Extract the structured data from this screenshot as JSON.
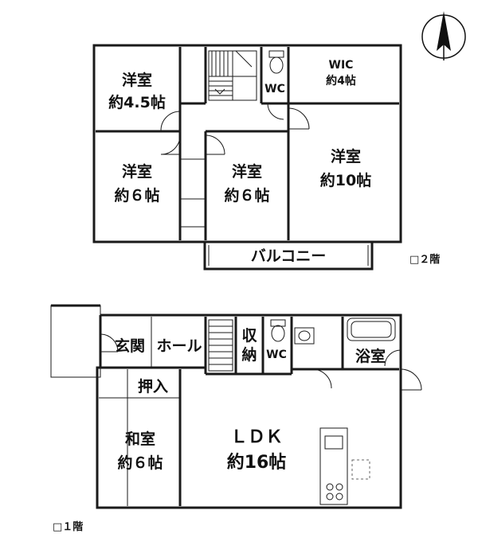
{
  "floors": {
    "second": {
      "label": "□２階",
      "rooms": {
        "west_small": {
          "name": "洋室",
          "size": "約4.5帖"
        },
        "west_mid": {
          "name": "洋室",
          "size": "約６帖"
        },
        "center": {
          "name": "洋室",
          "size": "約６帖"
        },
        "east": {
          "name": "洋室",
          "size": "約10帖"
        },
        "wic": {
          "name": "WIC",
          "size": "約4帖"
        },
        "wc": {
          "name": "WC"
        },
        "balcony": {
          "name": "バルコニー"
        }
      }
    },
    "first": {
      "label": "□１階",
      "rooms": {
        "entrance": {
          "name": "玄関"
        },
        "hall": {
          "name": "ホール"
        },
        "storage": {
          "name": "収納"
        },
        "wc": {
          "name": "WC"
        },
        "bath": {
          "name": "浴室"
        },
        "closet": {
          "name": "押入"
        },
        "washitsu": {
          "name": "和室",
          "size": "約６帖"
        },
        "ldk": {
          "name": "ＬＤＫ",
          "size": "約16帖"
        }
      }
    }
  },
  "compass": {
    "icon": "north-arrow-icon"
  }
}
